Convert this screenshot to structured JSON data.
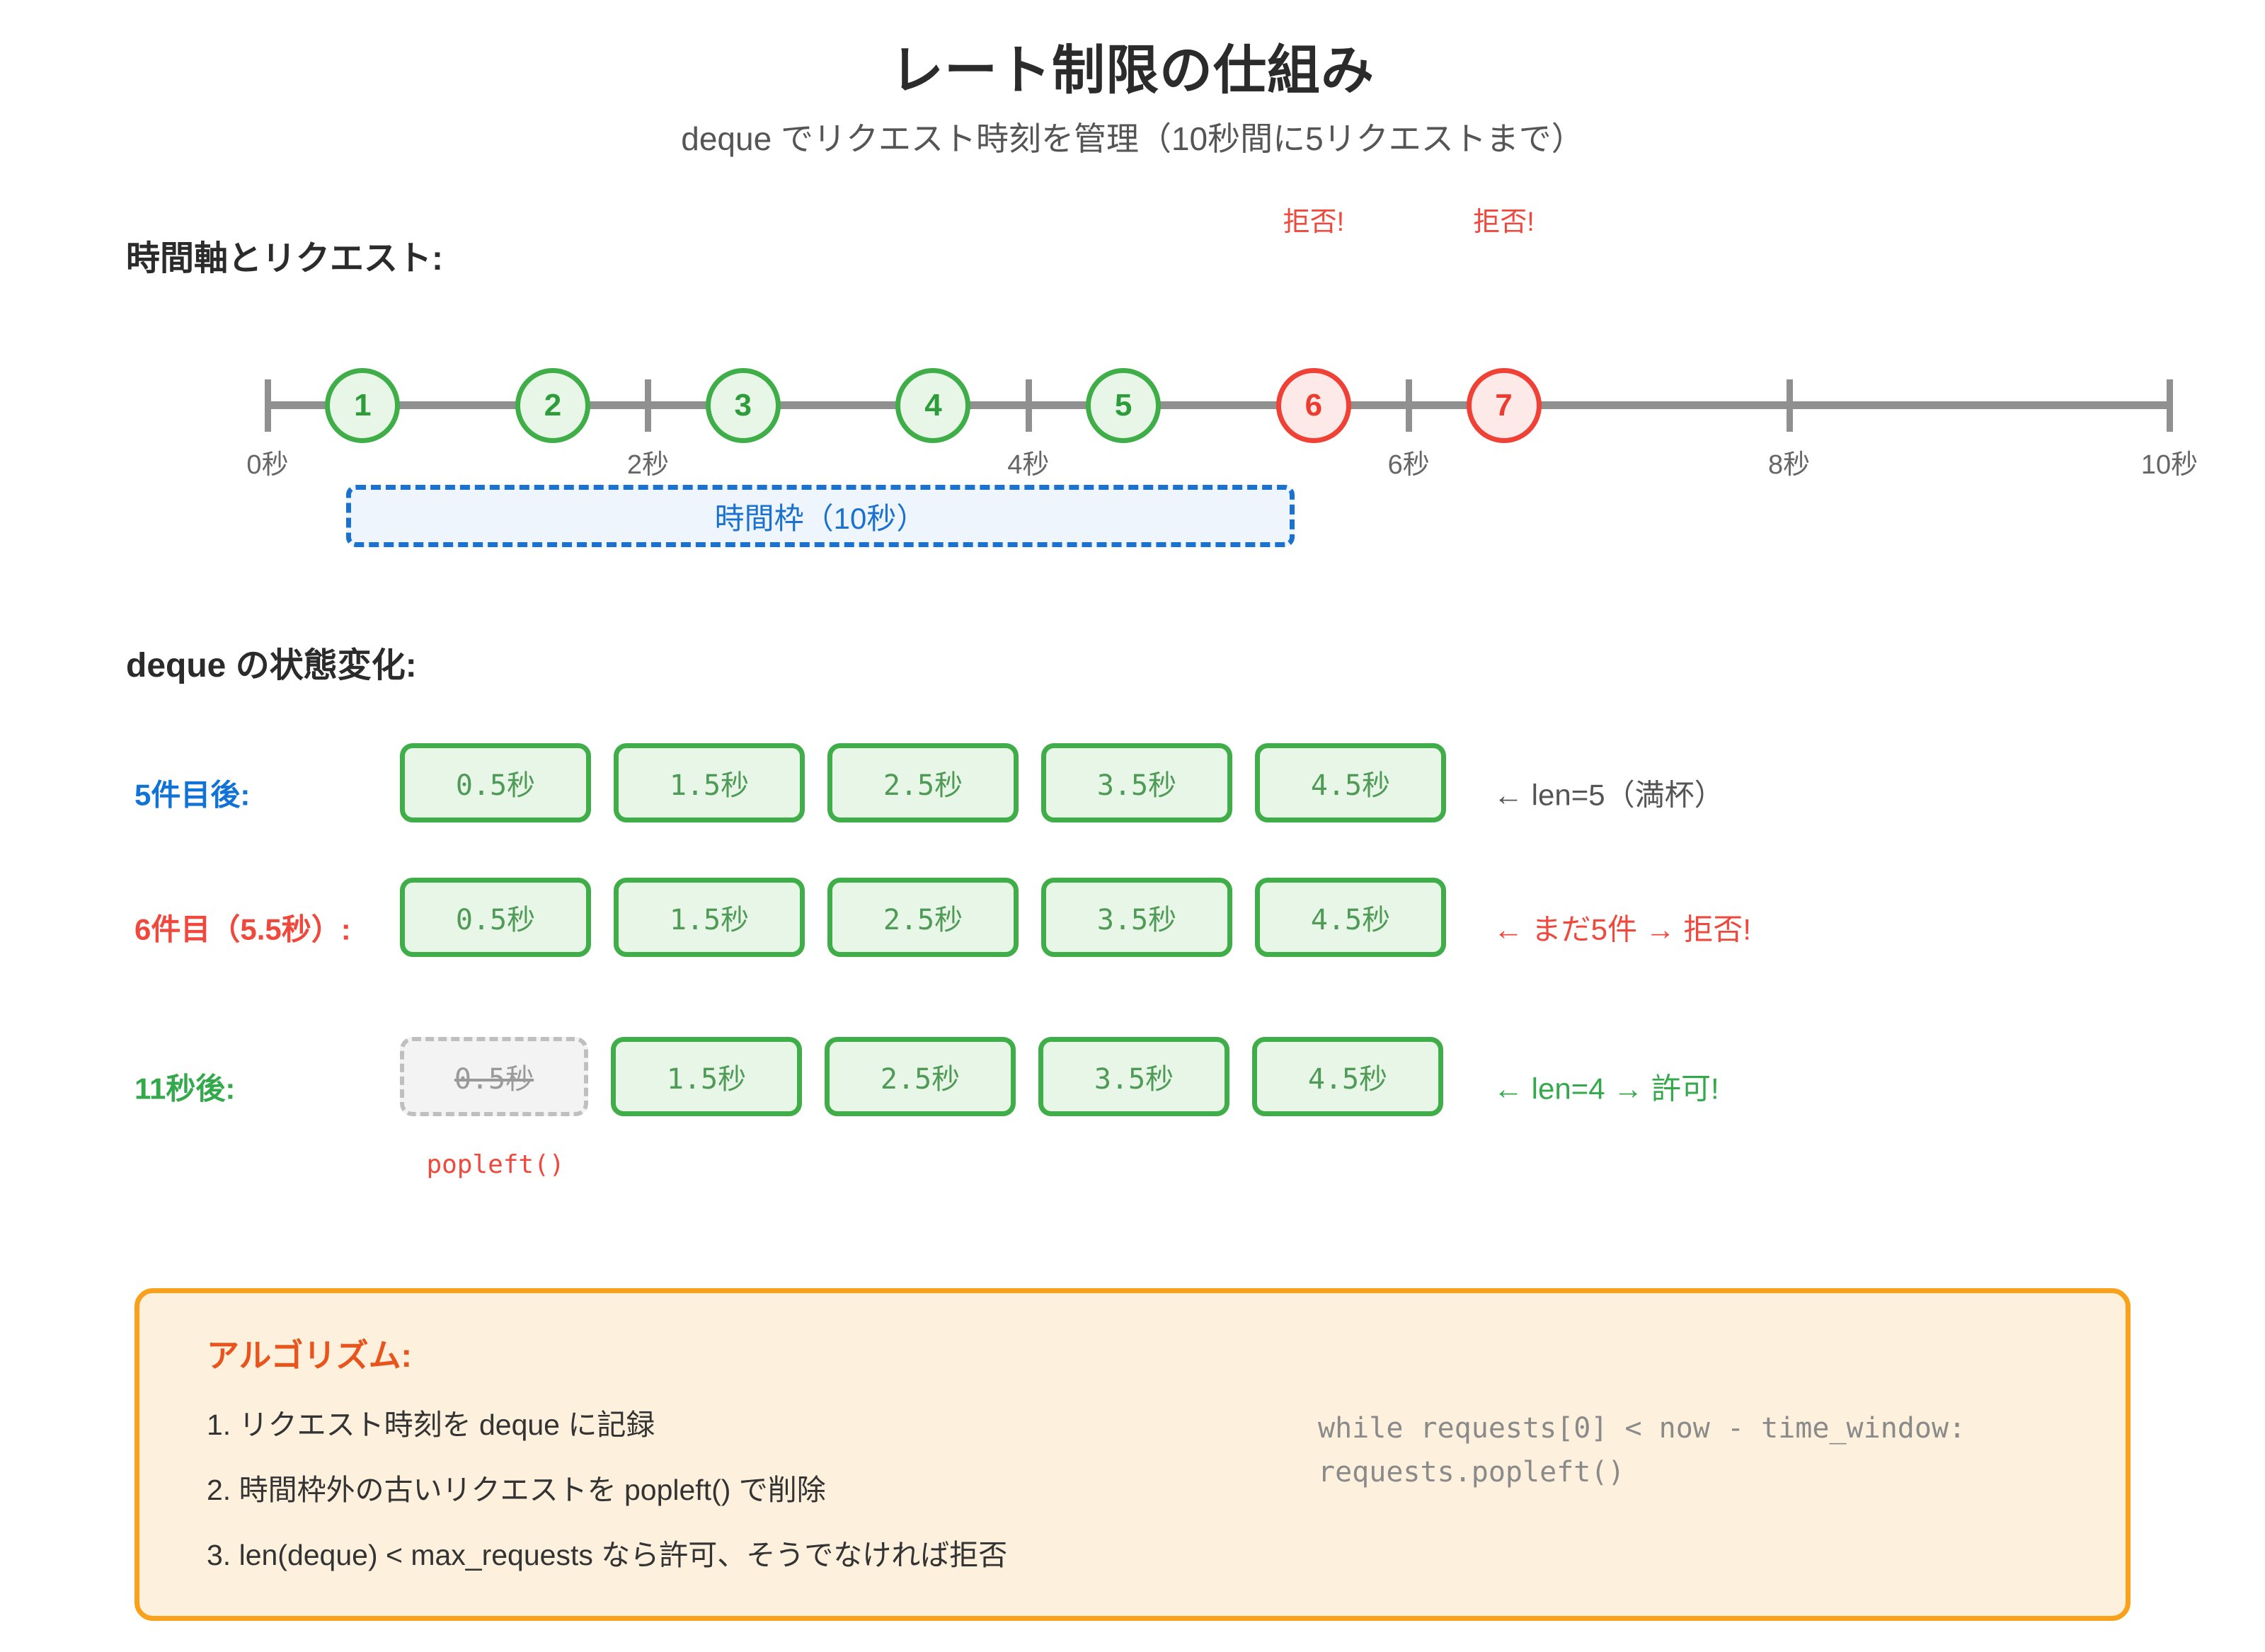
{
  "header": {
    "title": "レート制限の仕組み",
    "subtitle": "deque でリクエスト時刻を管理（10秒間に5リクエストまで）"
  },
  "sections": {
    "timeline_heading": "時間軸とリクエスト:",
    "deque_heading": "deque の状態変化:"
  },
  "timeline": {
    "axis_min": 0,
    "axis_max": 10,
    "tick_labels": [
      "0秒",
      "2秒",
      "4秒",
      "6秒",
      "8秒",
      "10秒"
    ],
    "tick_values": [
      0,
      2,
      4,
      6,
      8,
      10
    ],
    "requests": [
      {
        "id": "1",
        "time": 0.5,
        "status": "allowed"
      },
      {
        "id": "2",
        "time": 1.5,
        "status": "allowed"
      },
      {
        "id": "3",
        "time": 2.5,
        "status": "allowed"
      },
      {
        "id": "4",
        "time": 3.5,
        "status": "allowed"
      },
      {
        "id": "5",
        "time": 4.5,
        "status": "allowed"
      },
      {
        "id": "6",
        "time": 5.5,
        "status": "rejected",
        "reject_label": "拒否!"
      },
      {
        "id": "7",
        "time": 6.5,
        "status": "rejected",
        "reject_label": "拒否!"
      }
    ],
    "window_box": {
      "label": "時間枠（10秒）",
      "color": "#1a71cf",
      "fill": "#eef5fd"
    }
  },
  "deque_rows": [
    {
      "label": "5件目後:",
      "label_color": "#1273d6",
      "cells": [
        {
          "text": "0.5秒",
          "state": "active"
        },
        {
          "text": "1.5秒",
          "state": "active"
        },
        {
          "text": "2.5秒",
          "state": "active"
        },
        {
          "text": "3.5秒",
          "state": "active"
        },
        {
          "text": "4.5秒",
          "state": "active"
        }
      ],
      "note": "← len=5（満杯）",
      "note_color": "#555555"
    },
    {
      "label": "6件目（5.5秒）:",
      "label_color": "#f0483c",
      "cells": [
        {
          "text": "0.5秒",
          "state": "active"
        },
        {
          "text": "1.5秒",
          "state": "active"
        },
        {
          "text": "2.5秒",
          "state": "active"
        },
        {
          "text": "3.5秒",
          "state": "active"
        },
        {
          "text": "4.5秒",
          "state": "active"
        }
      ],
      "note": "← まだ5件 → 拒否!",
      "note_color": "#f0483c"
    },
    {
      "label": "11秒後:",
      "label_color": "#33a94b",
      "cells": [
        {
          "text": "0.5秒",
          "state": "popped"
        },
        {
          "text": "1.5秒",
          "state": "active"
        },
        {
          "text": "2.5秒",
          "state": "active"
        },
        {
          "text": "3.5秒",
          "state": "active"
        },
        {
          "text": "4.5秒",
          "state": "active"
        }
      ],
      "note": "← len=4 → 許可!",
      "note_color": "#33a94b"
    }
  ],
  "popleft_label": "popleft()",
  "algorithm": {
    "title": "アルゴリズム:",
    "steps": [
      "1. リクエスト時刻を deque に記録",
      "2. 時間枠外の古いリクエストを popleft() で削除",
      "3. len(deque) < max_requests なら許可、そうでなければ拒否"
    ],
    "code_lines": [
      "while requests[0] < now - time_window:",
      "requests.popleft()"
    ],
    "border_color": "#f9a11b",
    "fill_color": "#fdf1dd",
    "title_color": "#e8541c"
  },
  "colors": {
    "allowed_border": "#3fae49",
    "allowed_fill": "#e7f6e6",
    "rejected_border": "#ef4136",
    "rejected_fill": "#fdeae8",
    "axis": "#909090"
  }
}
